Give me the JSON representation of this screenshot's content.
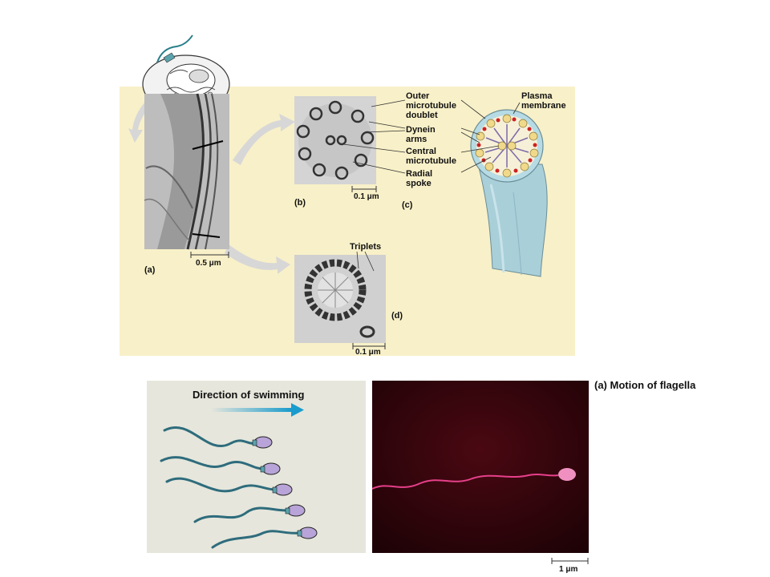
{
  "labels": {
    "outer_doublet": [
      "Outer",
      "microtubule",
      "doublet"
    ],
    "dynein_arms": [
      "Dynein",
      "arms"
    ],
    "central_microtubule": [
      "Central",
      "microtubule"
    ],
    "radial_spoke": [
      "Radial",
      "spoke"
    ],
    "plasma_membrane": [
      "Plasma",
      "membrane"
    ],
    "triplets": "Triplets"
  },
  "panels": {
    "a": "(a)",
    "b": "(b)",
    "c": "(c)",
    "d": "(d)"
  },
  "scales": {
    "a": "0.5 μm",
    "b": "0.1 μm",
    "d": "0.1 μm",
    "photo": "1 μm"
  },
  "swimming": {
    "direction_label": "Direction of swimming"
  },
  "motion_title": "(a) Motion of flagella",
  "colors": {
    "panel_bg": "#f8f0c8",
    "sperm_head": "#b8a4d8",
    "tail": "#2e6c7c",
    "arrow": "#1a9ccc",
    "fluor": "#e6408a"
  }
}
